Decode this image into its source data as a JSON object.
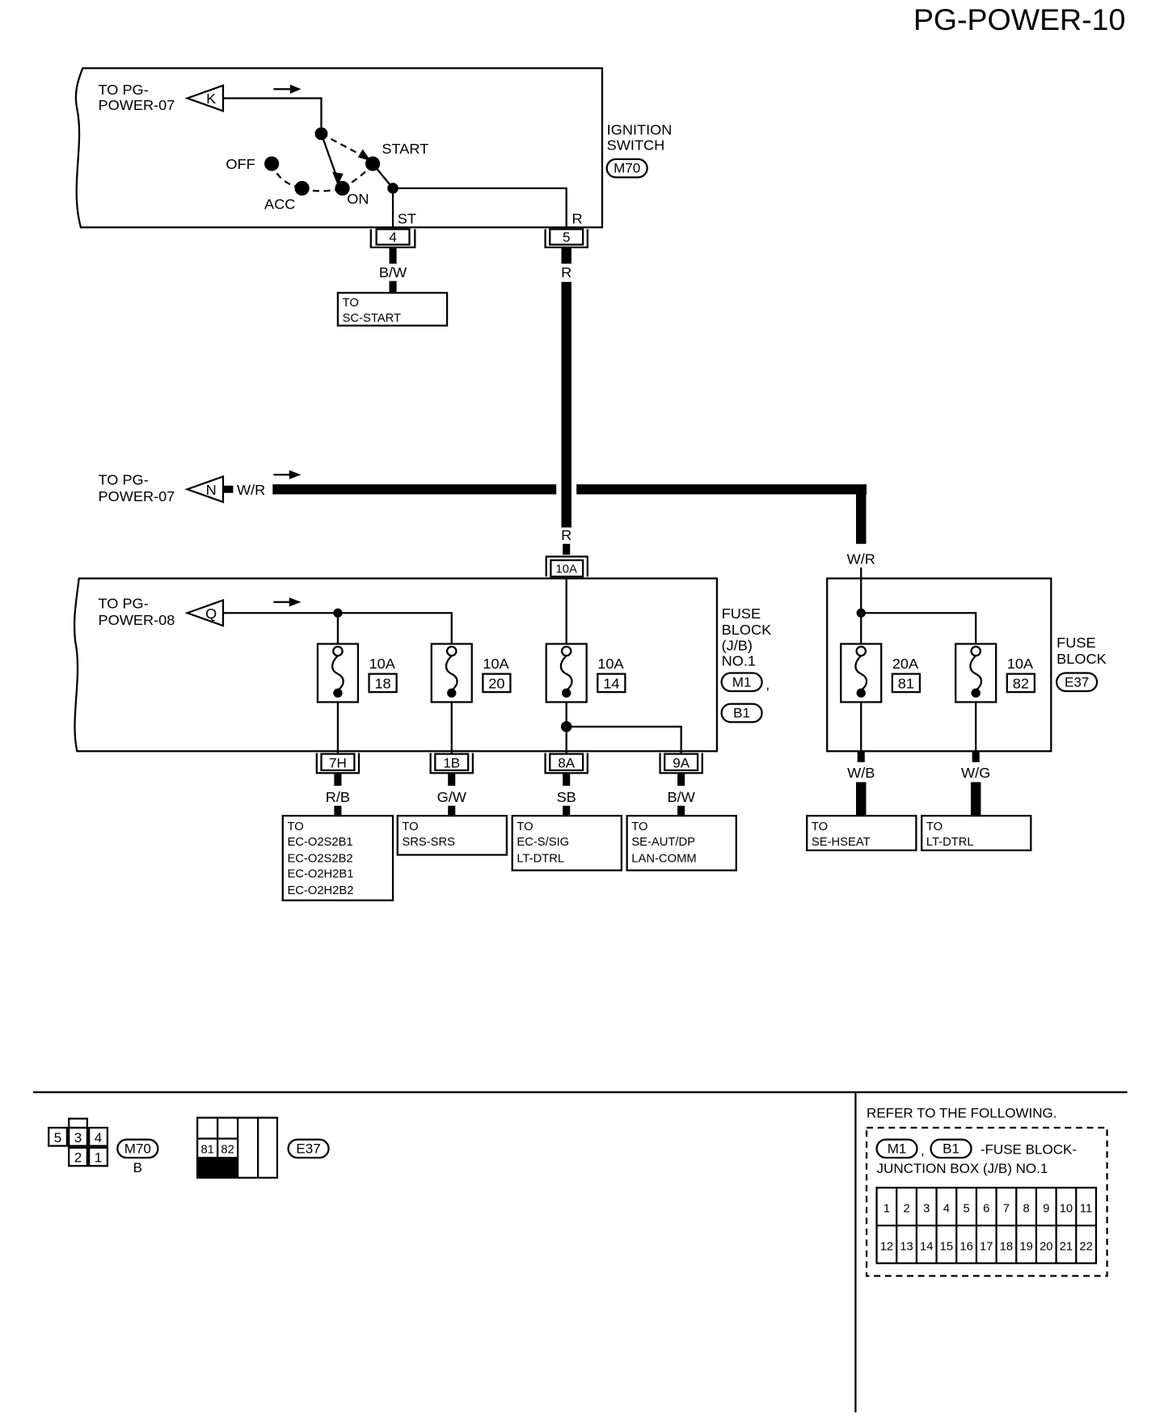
{
  "page_id": "PG-POWER-10",
  "ignition": {
    "to_label": [
      "TO PG-",
      "POWER-07"
    ],
    "conn_letter": "K",
    "name": [
      "IGNITION",
      "SWITCH"
    ],
    "connector": "M70",
    "positions": {
      "off": "OFF",
      "acc": "ACC",
      "on": "ON",
      "start": "START"
    },
    "pin_st_label": "ST",
    "pin_r_label": "R",
    "pin_st": "4",
    "pin_r": "5",
    "wire_st": "B/W",
    "wire_r": "R",
    "dest_st": [
      "TO",
      "SC-START"
    ]
  },
  "junction": {
    "to_label": [
      "TO PG-",
      "POWER-07"
    ],
    "conn_letter": "N",
    "wire_left": "W/R",
    "wire_down": "R",
    "wire_right": "W/R"
  },
  "fuse_block_1": {
    "to_label": [
      "TO PG-",
      "POWER-08"
    ],
    "conn_letter": "Q",
    "input_terminal": "10A",
    "name": [
      "FUSE",
      "BLOCK",
      "(J/B)",
      "NO.1"
    ],
    "connectors": [
      "M1",
      "B1"
    ],
    "fuses": [
      {
        "amp": "10A",
        "num": "18"
      },
      {
        "amp": "10A",
        "num": "20"
      },
      {
        "amp": "10A",
        "num": "14"
      }
    ],
    "outputs": [
      {
        "terminal": "7H",
        "wire": "R/B",
        "dest": [
          "TO",
          "EC-O2S2B1",
          "EC-O2S2B2",
          "EC-O2H2B1",
          "EC-O2H2B2"
        ]
      },
      {
        "terminal": "1B",
        "wire": "G/W",
        "dest": [
          "TO",
          "SRS-SRS"
        ]
      },
      {
        "terminal": "8A",
        "wire": "SB",
        "dest": [
          "TO",
          "EC-S/SIG",
          "LT-DTRL"
        ]
      },
      {
        "terminal": "9A",
        "wire": "B/W",
        "dest": [
          "TO",
          "SE-AUT/DP",
          "LAN-COMM"
        ]
      }
    ]
  },
  "fuse_block_e37": {
    "name": [
      "FUSE",
      "BLOCK"
    ],
    "connector": "E37",
    "fuses": [
      {
        "amp": "20A",
        "num": "81"
      },
      {
        "amp": "10A",
        "num": "82"
      }
    ],
    "outputs": [
      {
        "wire": "W/B",
        "dest": [
          "TO",
          "SE-HSEAT"
        ]
      },
      {
        "wire": "W/G",
        "dest": [
          "TO",
          "LT-DTRL"
        ]
      }
    ]
  },
  "connector_views": {
    "m70": {
      "cells_top": [
        "5",
        "3",
        "4"
      ],
      "cells_bottom": [
        "2",
        "1"
      ],
      "label": "M70",
      "sub": "B"
    },
    "e37": {
      "cells": [
        "81",
        "82"
      ],
      "label": "E37"
    }
  },
  "refer": {
    "heading": "REFER TO THE FOLLOWING.",
    "connectors": [
      "M1",
      "B1"
    ],
    "line1_suffix": "-FUSE BLOCK-",
    "line2": "JUNCTION BOX (J/B) NO.1",
    "grid_top": [
      "1",
      "2",
      "3",
      "4",
      "5",
      "6",
      "7",
      "8",
      "9",
      "10",
      "11"
    ],
    "grid_bottom": [
      "12",
      "13",
      "14",
      "15",
      "16",
      "17",
      "18",
      "19",
      "20",
      "21",
      "22"
    ]
  }
}
